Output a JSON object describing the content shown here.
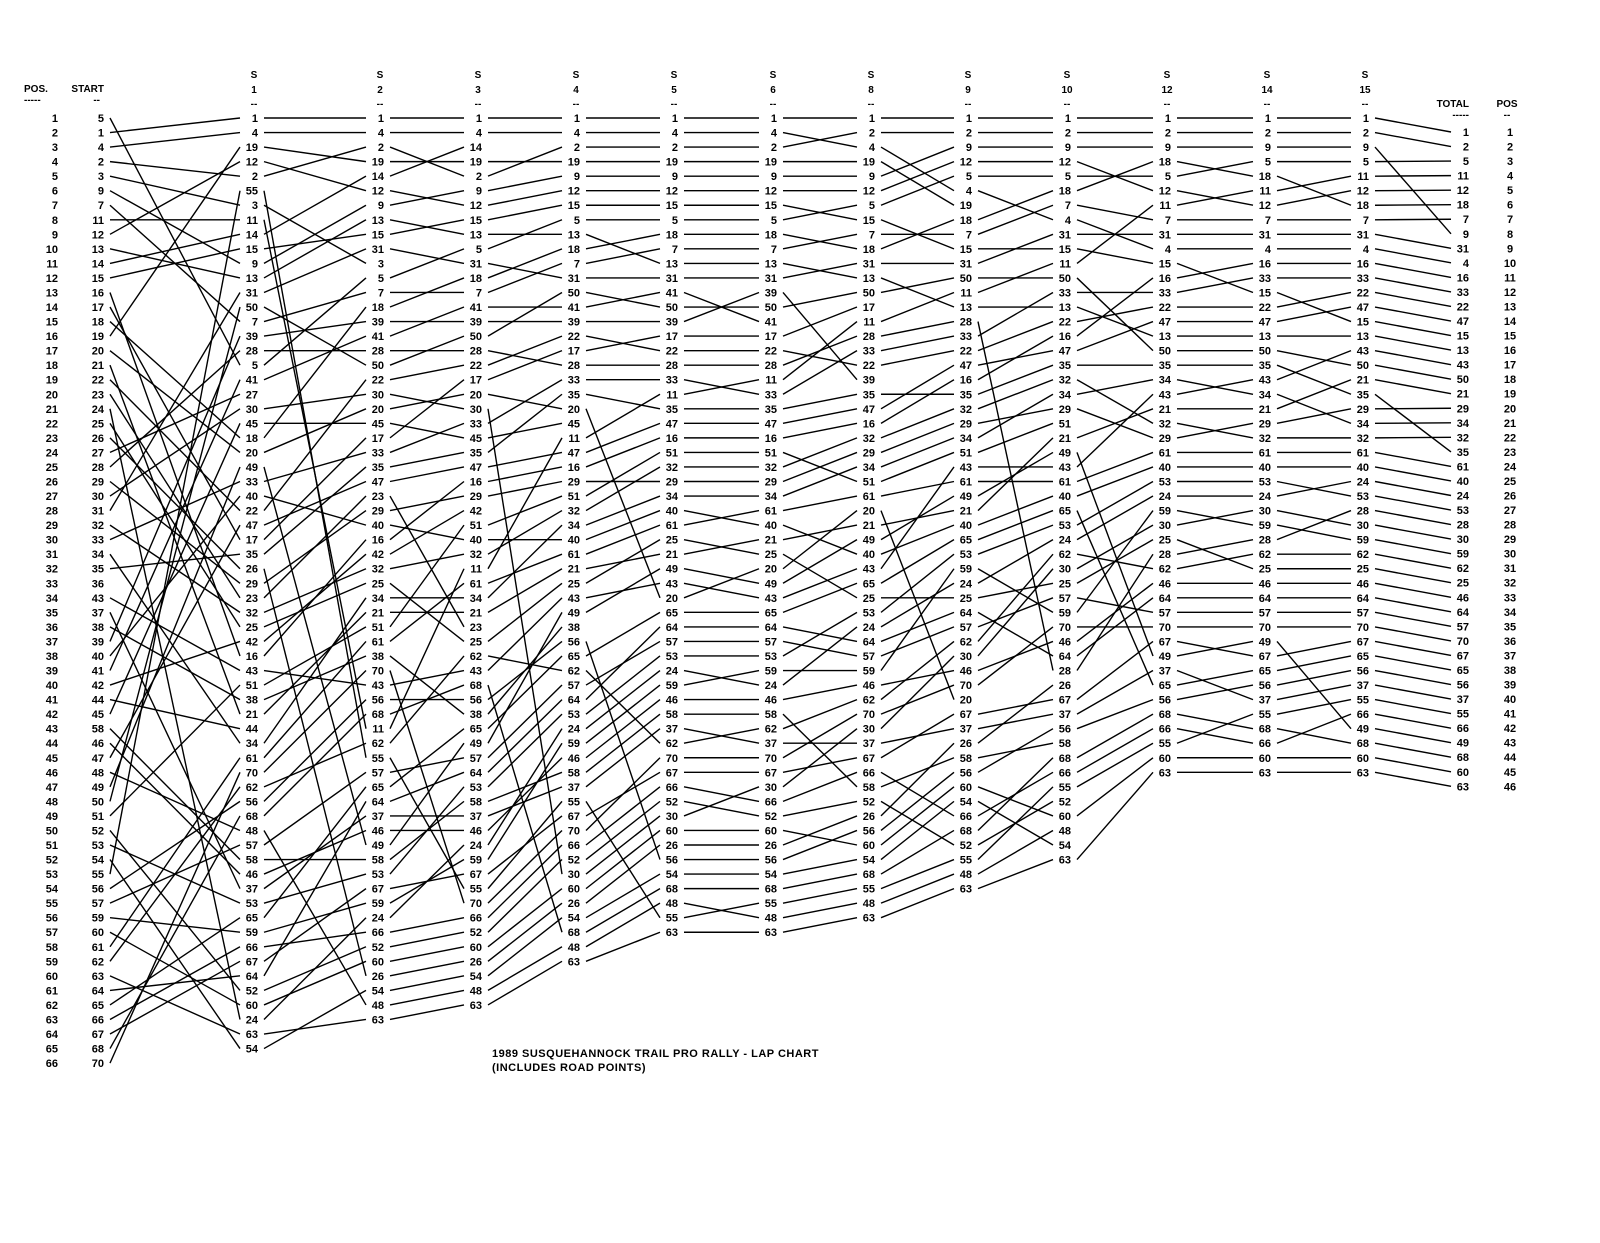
{
  "chart_data": {
    "type": "table",
    "title": "1989 SUSQUEHANNOCK TRAIL PRO RALLY - LAP CHART",
    "subtitle": "(INCLUDES ROAD  POINTS)",
    "pos_header": "POS.",
    "pos_header_right": "POS",
    "dash_short": "--",
    "dash_long": "-----",
    "positions_count": 66,
    "right_positions_count": 46,
    "columns": [
      {
        "top": "",
        "label": "START",
        "order": [
          5,
          1,
          4,
          2,
          3,
          9,
          7,
          11,
          12,
          13,
          14,
          15,
          16,
          17,
          18,
          19,
          20,
          21,
          22,
          23,
          24,
          25,
          26,
          27,
          28,
          29,
          30,
          31,
          32,
          33,
          34,
          35,
          36,
          43,
          37,
          38,
          39,
          40,
          41,
          42,
          44,
          45,
          58,
          46,
          47,
          48,
          49,
          50,
          51,
          52,
          53,
          54,
          55,
          56,
          57,
          59,
          60,
          61,
          62,
          63,
          64,
          65,
          66,
          67,
          68,
          70
        ]
      },
      {
        "top": "S",
        "label": "1",
        "order": [
          1,
          4,
          19,
          12,
          2,
          55,
          3,
          11,
          14,
          15,
          9,
          13,
          31,
          50,
          7,
          39,
          28,
          5,
          41,
          27,
          30,
          45,
          18,
          20,
          49,
          33,
          40,
          22,
          47,
          17,
          35,
          26,
          29,
          23,
          32,
          25,
          42,
          16,
          43,
          51,
          38,
          21,
          44,
          34,
          61,
          70,
          62,
          56,
          68,
          48,
          57,
          58,
          46,
          37,
          53,
          65,
          59,
          66,
          67,
          64,
          52,
          60,
          24,
          63,
          54
        ]
      },
      {
        "top": "S",
        "label": "2",
        "order": [
          1,
          4,
          2,
          19,
          14,
          12,
          9,
          13,
          15,
          31,
          3,
          5,
          7,
          18,
          39,
          41,
          28,
          50,
          22,
          30,
          20,
          45,
          17,
          33,
          35,
          47,
          23,
          29,
          40,
          16,
          42,
          32,
          25,
          34,
          21,
          51,
          61,
          38,
          70,
          43,
          56,
          68,
          11,
          62,
          55,
          57,
          65,
          64,
          37,
          46,
          49,
          58,
          53,
          67,
          59,
          24,
          66,
          52,
          60,
          26,
          54,
          48,
          63
        ]
      },
      {
        "top": "S",
        "label": "3",
        "order": [
          1,
          4,
          14,
          19,
          2,
          9,
          12,
          15,
          13,
          5,
          31,
          18,
          7,
          41,
          39,
          50,
          28,
          22,
          17,
          20,
          30,
          33,
          45,
          35,
          47,
          16,
          29,
          42,
          51,
          40,
          32,
          11,
          61,
          34,
          21,
          23,
          25,
          62,
          43,
          68,
          56,
          38,
          65,
          49,
          57,
          64,
          53,
          58,
          37,
          46,
          24,
          59,
          67,
          55,
          70,
          66,
          52,
          60,
          26,
          54,
          48,
          63
        ]
      },
      {
        "top": "S",
        "label": "4",
        "order": [
          1,
          4,
          2,
          19,
          9,
          12,
          15,
          5,
          13,
          18,
          7,
          31,
          50,
          41,
          39,
          22,
          17,
          28,
          33,
          35,
          20,
          45,
          11,
          47,
          16,
          29,
          51,
          32,
          34,
          40,
          61,
          21,
          25,
          43,
          49,
          38,
          56,
          65,
          62,
          57,
          64,
          53,
          24,
          59,
          46,
          58,
          37,
          55,
          67,
          70,
          66,
          52,
          30,
          60,
          26,
          54,
          68,
          48,
          63
        ]
      },
      {
        "top": "S",
        "label": "5",
        "order": [
          1,
          4,
          2,
          19,
          9,
          12,
          15,
          5,
          18,
          7,
          13,
          31,
          41,
          50,
          39,
          17,
          22,
          28,
          33,
          11,
          35,
          47,
          16,
          51,
          32,
          29,
          34,
          40,
          61,
          25,
          21,
          49,
          43,
          20,
          65,
          64,
          57,
          53,
          24,
          59,
          46,
          58,
          37,
          62,
          70,
          67,
          66,
          52,
          30,
          60,
          26,
          56,
          54,
          68,
          48,
          55,
          63
        ]
      },
      {
        "top": "S",
        "label": "6",
        "order": [
          1,
          4,
          2,
          19,
          9,
          12,
          15,
          5,
          18,
          7,
          13,
          31,
          39,
          50,
          41,
          17,
          22,
          28,
          11,
          33,
          35,
          47,
          16,
          51,
          32,
          29,
          34,
          61,
          40,
          21,
          25,
          20,
          49,
          43,
          65,
          64,
          57,
          53,
          59,
          24,
          46,
          58,
          62,
          37,
          70,
          67,
          30,
          66,
          52,
          60,
          26,
          56,
          54,
          68,
          55,
          48,
          63
        ]
      },
      {
        "top": "S",
        "label": "8",
        "order": [
          1,
          2,
          4,
          19,
          9,
          12,
          5,
          15,
          7,
          18,
          31,
          13,
          50,
          17,
          11,
          28,
          33,
          22,
          39,
          35,
          47,
          16,
          32,
          29,
          34,
          51,
          61,
          20,
          21,
          49,
          40,
          43,
          65,
          25,
          53,
          24,
          64,
          57,
          59,
          46,
          62,
          70,
          30,
          37,
          67,
          66,
          58,
          52,
          26,
          56,
          60,
          54,
          68,
          55,
          48,
          63
        ]
      },
      {
        "top": "S",
        "label": "9",
        "order": [
          1,
          2,
          9,
          12,
          5,
          4,
          19,
          18,
          7,
          15,
          31,
          50,
          11,
          13,
          28,
          33,
          22,
          47,
          16,
          35,
          32,
          29,
          34,
          51,
          43,
          61,
          49,
          21,
          40,
          65,
          53,
          59,
          24,
          25,
          64,
          57,
          62,
          30,
          46,
          70,
          20,
          67,
          37,
          26,
          58,
          56,
          60,
          54,
          66,
          68,
          52,
          55,
          48,
          63
        ]
      },
      {
        "top": "S",
        "label": "10",
        "order": [
          1,
          2,
          9,
          12,
          5,
          18,
          7,
          4,
          31,
          15,
          11,
          50,
          33,
          13,
          22,
          16,
          47,
          35,
          32,
          34,
          29,
          51,
          21,
          49,
          43,
          61,
          40,
          65,
          53,
          24,
          62,
          30,
          25,
          57,
          59,
          70,
          46,
          64,
          28,
          26,
          67,
          37,
          56,
          58,
          68,
          66,
          55,
          52,
          60,
          48,
          54,
          63
        ]
      },
      {
        "top": "S",
        "label": "12",
        "order": [
          1,
          2,
          9,
          18,
          5,
          12,
          11,
          7,
          31,
          4,
          15,
          16,
          33,
          22,
          47,
          13,
          50,
          35,
          34,
          43,
          21,
          32,
          29,
          61,
          40,
          53,
          24,
          59,
          30,
          25,
          28,
          62,
          46,
          64,
          57,
          70,
          67,
          49,
          37,
          65,
          56,
          68,
          66,
          55,
          60,
          63
        ]
      },
      {
        "top": "S",
        "label": "14",
        "order": [
          1,
          2,
          9,
          5,
          18,
          11,
          12,
          7,
          31,
          4,
          16,
          33,
          15,
          22,
          47,
          13,
          50,
          35,
          43,
          34,
          21,
          29,
          32,
          61,
          40,
          53,
          24,
          30,
          59,
          28,
          62,
          25,
          46,
          64,
          57,
          70,
          49,
          67,
          65,
          56,
          37,
          55,
          68,
          66,
          60,
          63
        ]
      },
      {
        "top": "S",
        "label": "15",
        "order": [
          1,
          2,
          9,
          5,
          11,
          12,
          18,
          7,
          31,
          4,
          16,
          33,
          22,
          47,
          15,
          13,
          43,
          50,
          21,
          35,
          29,
          34,
          32,
          61,
          40,
          24,
          53,
          28,
          30,
          59,
          62,
          25,
          46,
          64,
          57,
          70,
          67,
          65,
          56,
          37,
          55,
          66,
          49,
          68,
          60,
          63
        ]
      },
      {
        "top": "",
        "label": "TOTAL",
        "order": [
          1,
          2,
          5,
          11,
          12,
          18,
          7,
          9,
          31,
          4,
          16,
          33,
          22,
          47,
          15,
          13,
          43,
          50,
          21,
          29,
          34,
          32,
          35,
          61,
          40,
          24,
          53,
          28,
          30,
          59,
          62,
          25,
          46,
          64,
          57,
          70,
          67,
          65,
          56,
          37,
          55,
          66,
          49,
          68,
          60,
          63
        ]
      }
    ]
  }
}
